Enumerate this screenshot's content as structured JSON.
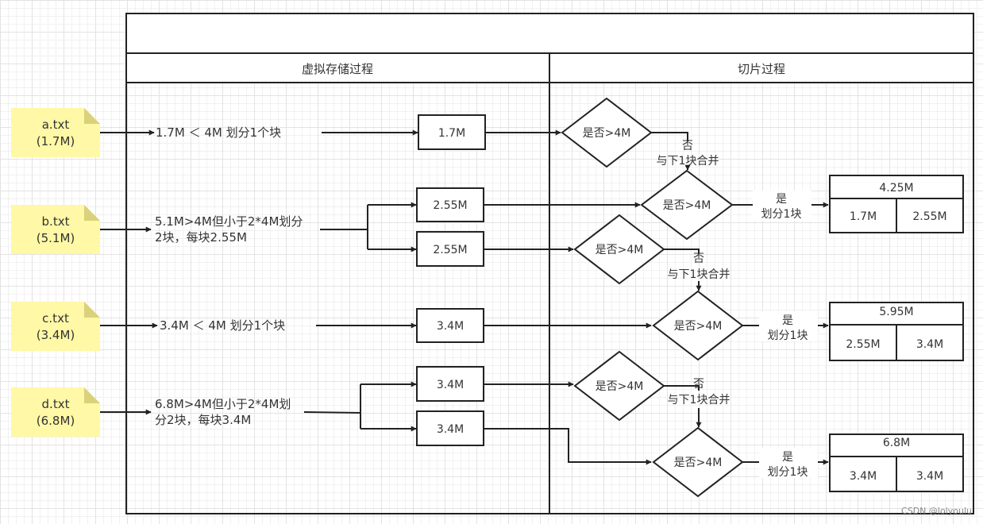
{
  "lanes": {
    "left_header": "虚拟存储过程",
    "right_header": "切片过程"
  },
  "colors": {
    "note_fill": "#fff8a6",
    "note_fold": "#d9d27a",
    "stroke": "#222222",
    "grid": "#e3e3e3"
  },
  "files": [
    {
      "name": "a.txt",
      "size": "(1.7M)"
    },
    {
      "name": "b.txt",
      "size": "(5.1M)"
    },
    {
      "name": "c.txt",
      "size": "(3.4M)"
    },
    {
      "name": "d.txt",
      "size": "(6.8M)"
    }
  ],
  "descriptions": {
    "a": "1.7M ＜ 4M 划分1个块",
    "b_line1": "5.1M>4M但小于2*4M划分",
    "b_line2": "2块，每块2.55M",
    "c": "3.4M ＜ 4M 划分1个块",
    "d_line1": "6.8M>4M但小于2*4M划",
    "d_line2": "分2块，每块3.4M"
  },
  "blocks": {
    "a": "1.7M",
    "b1": "2.55M",
    "b2": "2.55M",
    "c": "3.4M",
    "d1": "3.4M",
    "d2": "3.4M"
  },
  "decisions": {
    "label": "是否>4M",
    "no": "否",
    "merge": "与下1块合并",
    "yes": "是",
    "split_one": "划分1块"
  },
  "slices": [
    {
      "total": "4.25M",
      "parts": [
        "1.7M",
        "2.55M"
      ]
    },
    {
      "total": "5.95M",
      "parts": [
        "2.55M",
        "3.4M"
      ]
    },
    {
      "total": "6.8M",
      "parts": [
        "3.4M",
        "3.4M"
      ]
    }
  ],
  "watermark": "CSDN @lolyoulu"
}
